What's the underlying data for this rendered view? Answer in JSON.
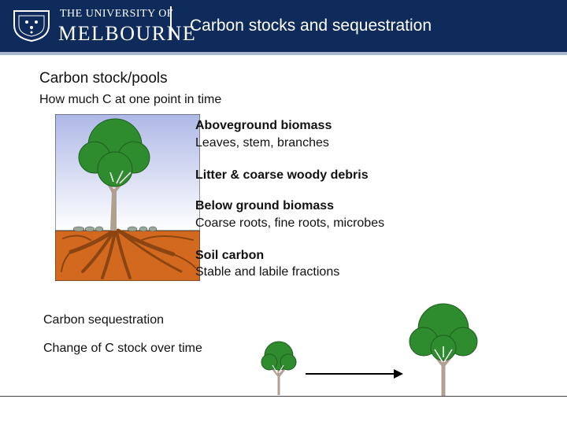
{
  "header": {
    "university_small": "THE UNIVERSITY OF",
    "university_big": "MELBOURNE",
    "title": "Carbon stocks and sequestration"
  },
  "stock": {
    "heading": "Carbon stock/pools",
    "subheading": "How much C at one point in time",
    "pools": [
      {
        "title": "Aboveground biomass",
        "detail": "Leaves, stem, branches"
      },
      {
        "title": "Litter & coarse woody debris",
        "detail": ""
      },
      {
        "title": "Below ground biomass",
        "detail": "Coarse roots, fine roots, microbes"
      },
      {
        "title": "Soil carbon",
        "detail": "Stable and labile fractions"
      }
    ]
  },
  "sequestration": {
    "heading": "Carbon sequestration",
    "subheading": "Change of C stock over time"
  },
  "colors": {
    "header_bg": "#0f2b5b",
    "sky_top": "#aeb8e6",
    "sky_bottom": "#ffffff",
    "soil": "#d2691e",
    "canopy": "#2e8b2e",
    "root": "#8b4513"
  },
  "icons": [
    "university-crest-icon",
    "tree-illustration",
    "small-tree-icon",
    "large-tree-icon",
    "arrow-right-icon"
  ]
}
